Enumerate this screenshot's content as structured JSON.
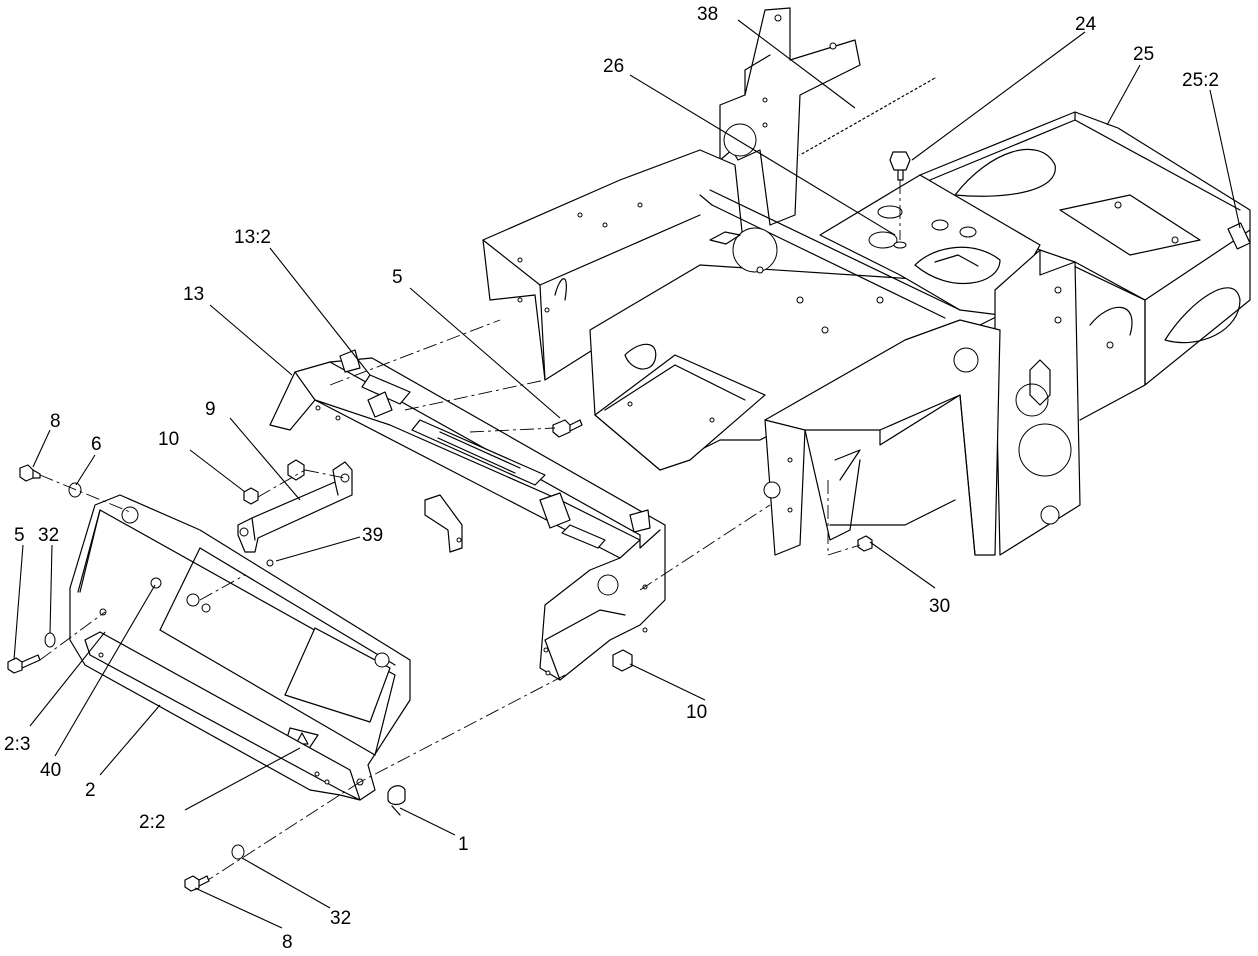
{
  "callouts": [
    {
      "id": "c38",
      "text": "38"
    },
    {
      "id": "c24",
      "text": "24"
    },
    {
      "id": "c25",
      "text": "25"
    },
    {
      "id": "c26",
      "text": "26"
    },
    {
      "id": "c25_2",
      "text": "25:2"
    },
    {
      "id": "c13_2",
      "text": "13:2"
    },
    {
      "id": "c13",
      "text": "13"
    },
    {
      "id": "c5_top",
      "text": "5"
    },
    {
      "id": "c9",
      "text": "9"
    },
    {
      "id": "c10_top",
      "text": "10"
    },
    {
      "id": "c8_top",
      "text": "8"
    },
    {
      "id": "c6",
      "text": "6"
    },
    {
      "id": "c5_left",
      "text": "5"
    },
    {
      "id": "c32_left",
      "text": "32"
    },
    {
      "id": "c39",
      "text": "39"
    },
    {
      "id": "c30",
      "text": "30"
    },
    {
      "id": "c10_right",
      "text": "10"
    },
    {
      "id": "c2_3",
      "text": "2:3"
    },
    {
      "id": "c40",
      "text": "40"
    },
    {
      "id": "c2",
      "text": "2"
    },
    {
      "id": "c2_2",
      "text": "2:2"
    },
    {
      "id": "c1",
      "text": "1"
    },
    {
      "id": "c32_bottom",
      "text": "32"
    },
    {
      "id": "c8_bottom",
      "text": "8"
    }
  ]
}
